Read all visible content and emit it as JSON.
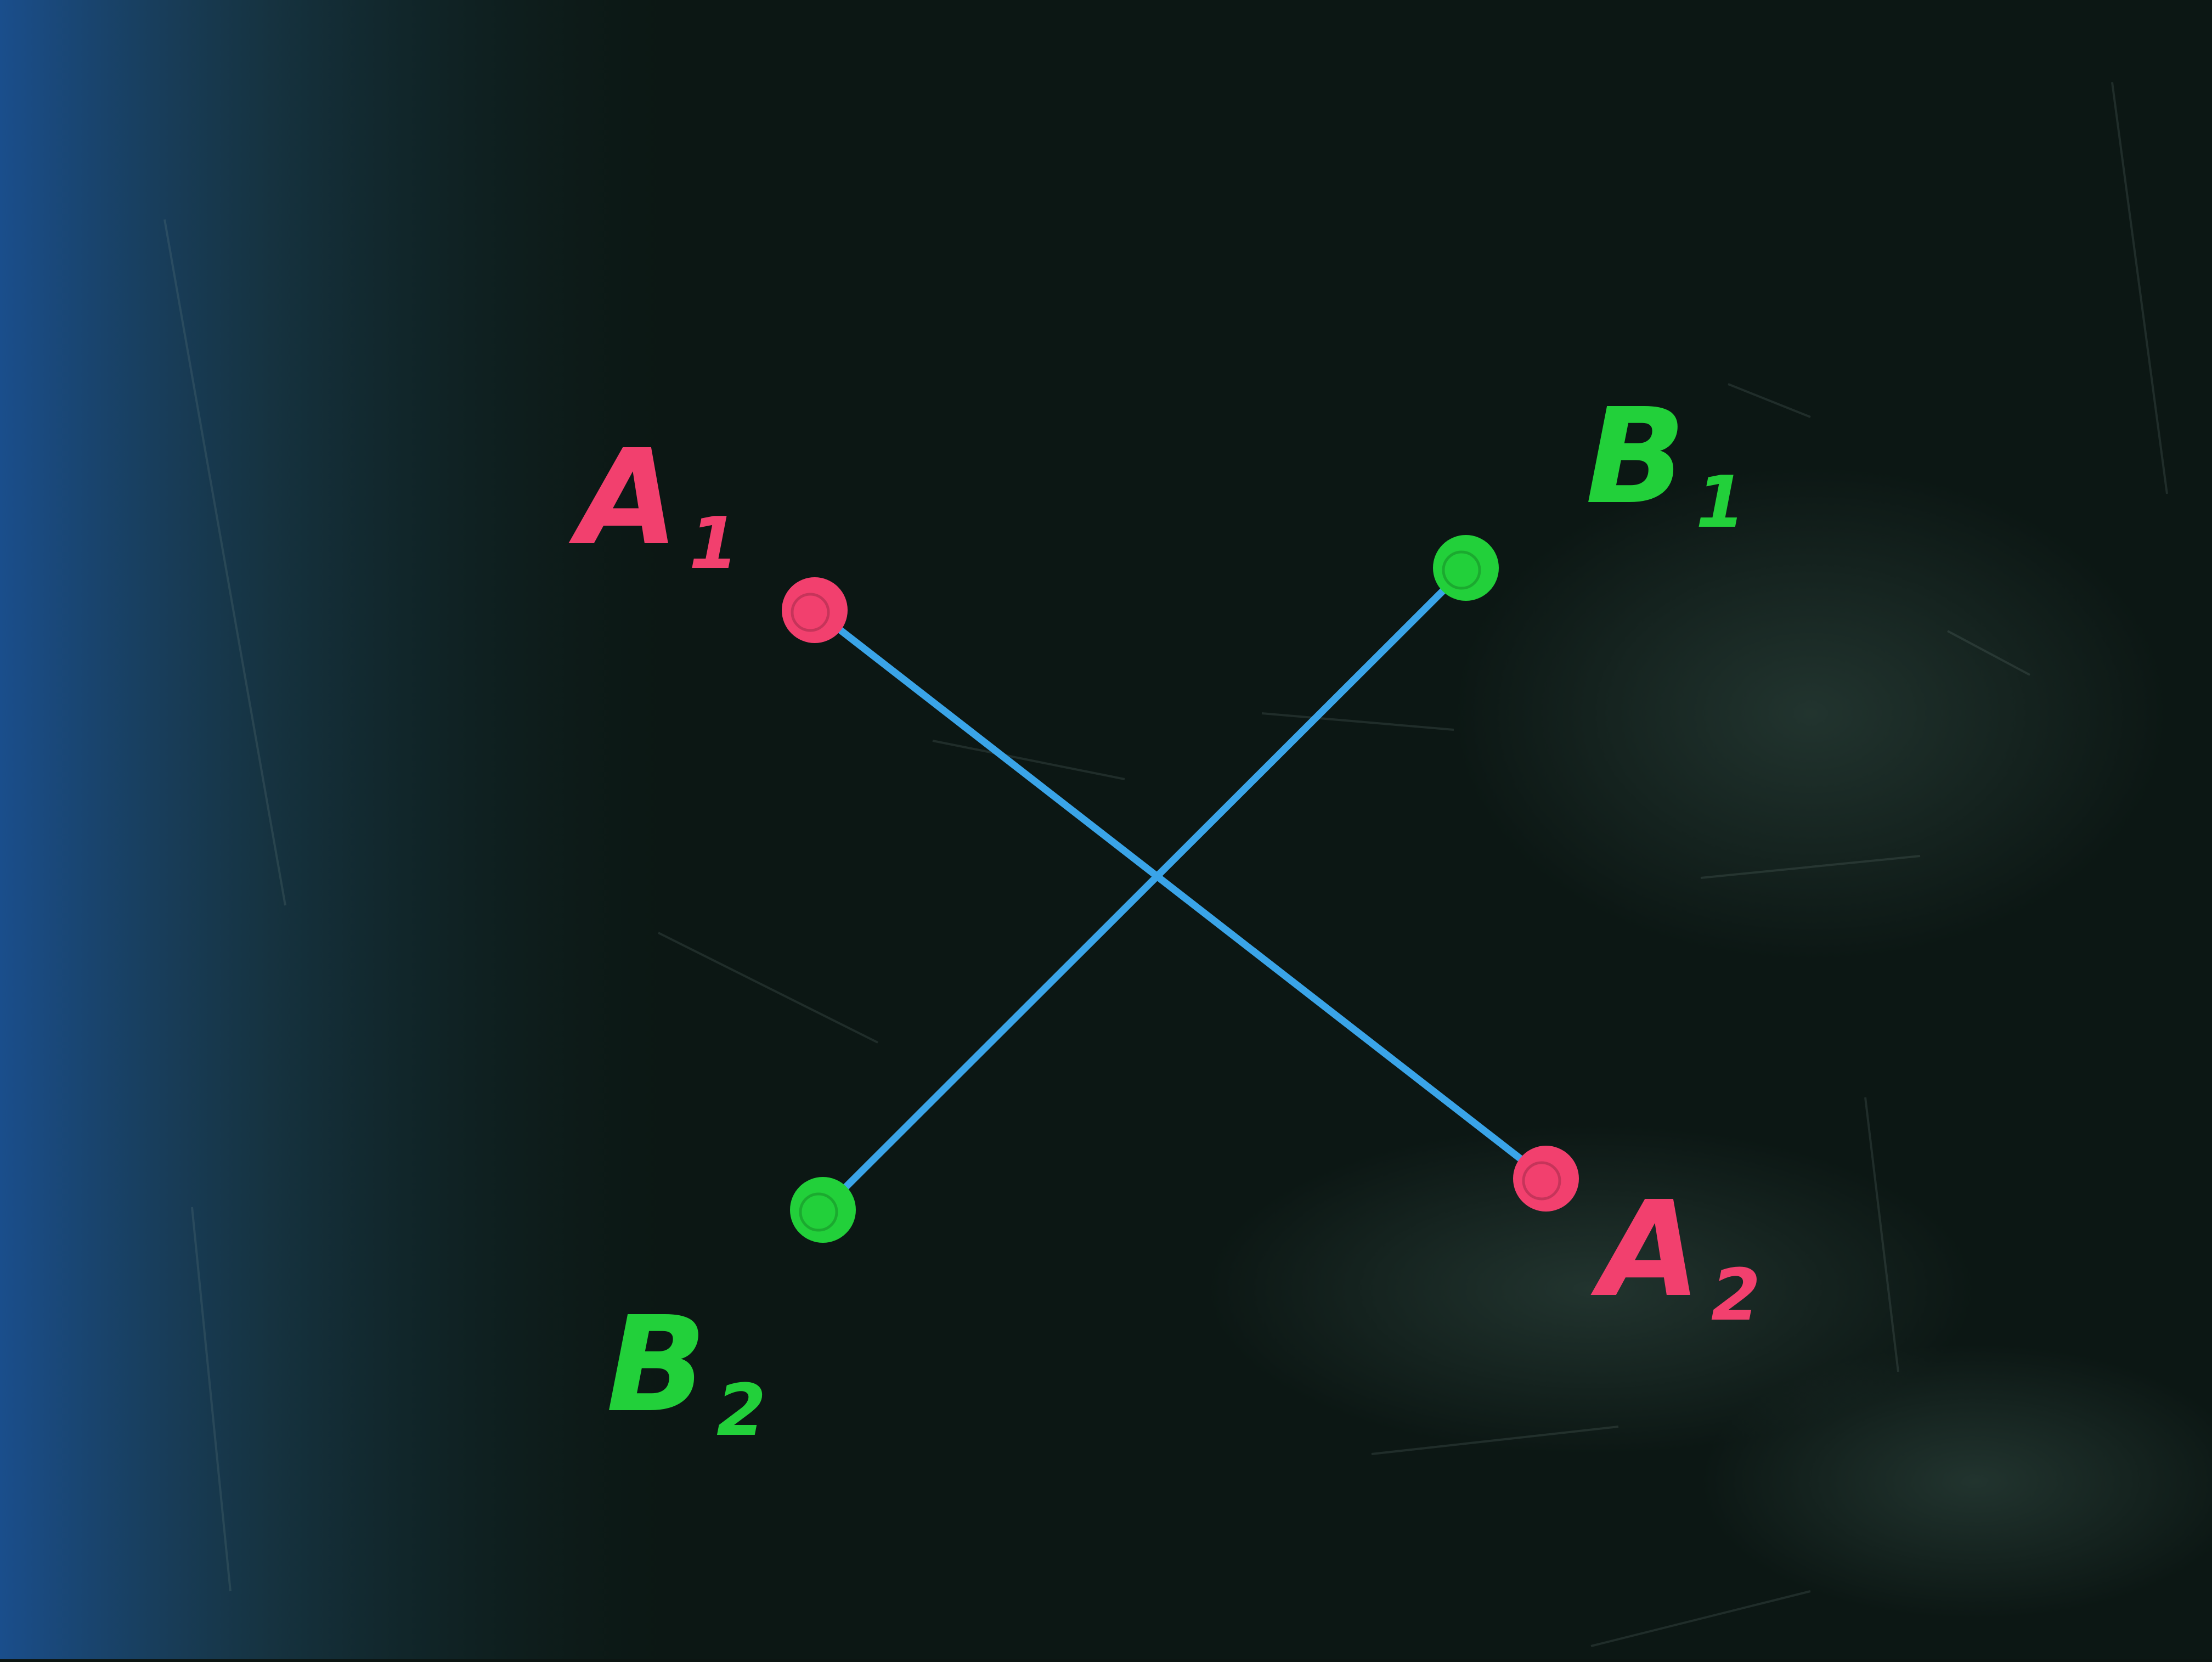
{
  "colors": {
    "board": "#0c1714",
    "board_edge": "#1a4e8c",
    "segment": "#3aa4e8",
    "point_a": "#f2406e",
    "point_b": "#22d03a"
  },
  "points": [
    {
      "id": "A1",
      "label": "A",
      "subscript": "1",
      "group": "a"
    },
    {
      "id": "A2",
      "label": "A",
      "subscript": "2",
      "group": "a"
    },
    {
      "id": "B1",
      "label": "B",
      "subscript": "1",
      "group": "b"
    },
    {
      "id": "B2",
      "label": "B",
      "subscript": "2",
      "group": "b"
    }
  ],
  "segments": [
    {
      "id": "segment-a",
      "from": "A1",
      "to": "A2"
    },
    {
      "id": "segment-b",
      "from": "B1",
      "to": "B2"
    }
  ]
}
